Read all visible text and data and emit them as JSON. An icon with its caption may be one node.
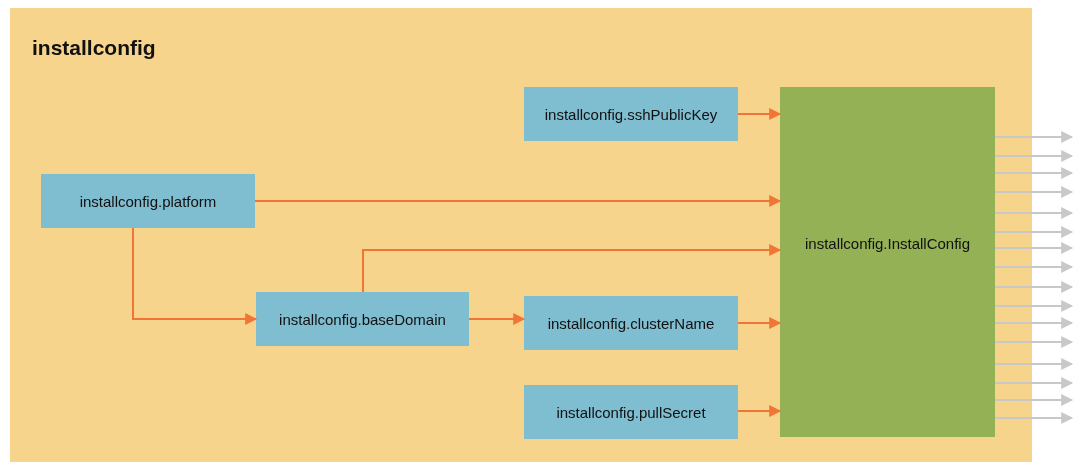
{
  "diagram": {
    "nodes": [
      {
        "text": [
          "installconfig"
        ]
      },
      {
        "text": [
          "installconfig.sshPublicKey"
        ],
        "in": 0
      },
      {
        "text": [
          "installconfig.platform"
        ],
        "in": 0
      },
      {
        "text": [
          "installconfig.InstallConfig"
        ],
        "in": 0
      },
      {
        "text": [
          "installconfig.baseDomain"
        ],
        "in": 0
      },
      {
        "text": [
          "installconfig.clusterName"
        ],
        "in": 0
      },
      {
        "text": [
          "installconfig.pullSecret"
        ],
        "in": 0
      }
    ],
    "edges": [
      {
        "from": 1,
        "to": 3,
        "arrow": "to",
        "color": "#f07536"
      },
      {
        "from": 2,
        "to": 3,
        "arrow": "to",
        "color": "#f07536"
      },
      {
        "from": 2,
        "to": 4,
        "arrow": "to",
        "color": "#f07536"
      },
      {
        "from": 4,
        "to": 3,
        "arrow": "to",
        "color": "#f07536"
      },
      {
        "from": 4,
        "to": 5,
        "arrow": "to",
        "color": "#f07536"
      },
      {
        "from": 5,
        "to": 3,
        "arrow": "to",
        "color": "#f07536"
      },
      {
        "from": 6,
        "to": 3,
        "arrow": "to",
        "color": "#f07536"
      },
      {
        "from": 3,
        "to": null,
        "arrow": "to",
        "color": "#c8c8c8"
      },
      {
        "from": 3,
        "to": null,
        "arrow": "to",
        "color": "#c8c8c8"
      },
      {
        "from": 3,
        "to": null,
        "arrow": "to",
        "color": "#c8c8c8"
      },
      {
        "from": 3,
        "to": null,
        "arrow": "to",
        "color": "#c8c8c8"
      },
      {
        "from": 3,
        "to": null,
        "arrow": "to",
        "color": "#c8c8c8"
      },
      {
        "from": 3,
        "to": null,
        "arrow": "to",
        "color": "#c8c8c8"
      },
      {
        "from": 3,
        "to": null,
        "arrow": "to",
        "color": "#c8c8c8"
      },
      {
        "from": 3,
        "to": null,
        "arrow": "to",
        "color": "#c8c8c8"
      },
      {
        "from": 3,
        "to": null,
        "arrow": "to",
        "color": "#c8c8c8"
      },
      {
        "from": 3,
        "to": null,
        "arrow": "to",
        "color": "#c8c8c8"
      },
      {
        "from": 3,
        "to": null,
        "arrow": "to",
        "color": "#c8c8c8"
      },
      {
        "from": 3,
        "to": null,
        "arrow": "to",
        "color": "#c8c8c8"
      },
      {
        "from": 3,
        "to": null,
        "arrow": "to",
        "color": "#c8c8c8"
      },
      {
        "from": 3,
        "to": null,
        "arrow": "to",
        "color": "#c8c8c8"
      },
      {
        "from": 3,
        "to": null,
        "arrow": "to",
        "color": "#c8c8c8"
      },
      {
        "from": 3,
        "to": null,
        "arrow": "to",
        "color": "#c8c8c8"
      }
    ]
  }
}
